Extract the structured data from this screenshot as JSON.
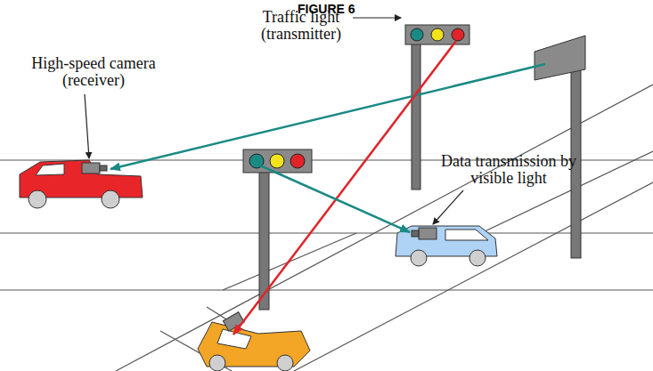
{
  "diagram": {
    "title": "FIGURE 6",
    "labels": [
      "Traffic light (transmitter)",
      "High-speed camera (receiver)",
      "Data transmission by visible light"
    ]
  }
}
